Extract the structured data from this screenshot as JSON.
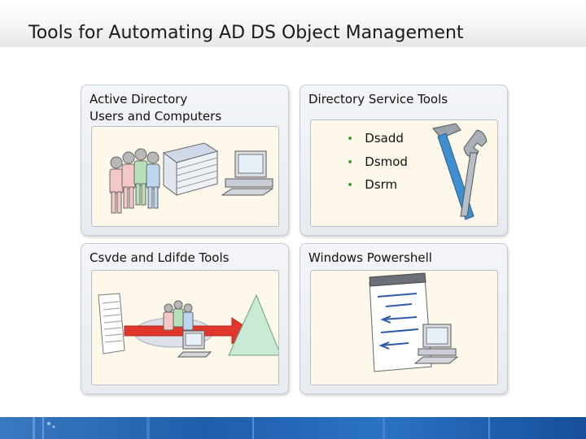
{
  "slide": {
    "title": "Tools for Automating AD DS Object Management"
  },
  "panels": [
    {
      "title": "Active Directory\nUsers and Computers",
      "illustration": [
        "users-group-icon",
        "directory-book-icon",
        "computer-icon"
      ]
    },
    {
      "title": "Directory Service Tools",
      "items": [
        "Dsadd",
        "Dsmod",
        "Dsrm"
      ],
      "illustration": [
        "hammer-icon",
        "wrench-icon"
      ]
    },
    {
      "title": "Csvde and Ldifde Tools",
      "illustration": [
        "document-icon",
        "transfer-arrow-icon",
        "users-group-icon",
        "computer-icon",
        "directory-triangle-icon"
      ]
    },
    {
      "title": "Windows Powershell",
      "illustration": [
        "script-notepad-icon",
        "computer-icon"
      ]
    }
  ],
  "colors": {
    "panel_border": "#c4ccd6",
    "inner_background": "#fdf8ea",
    "bullet": "#4a9a38",
    "footer": "#1f5eaa",
    "arrow": "#e0362b",
    "triangle": "#c9ebd5"
  }
}
